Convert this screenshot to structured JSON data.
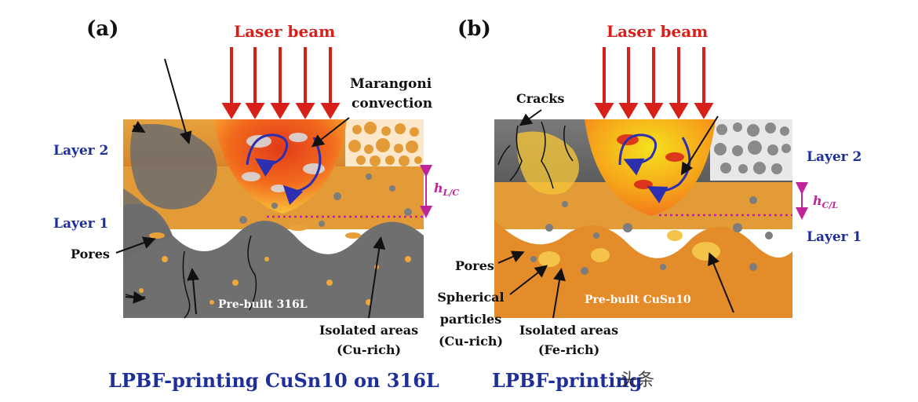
{
  "panel_a": {
    "label": "(a)",
    "laser_label": "Laser beam",
    "marangoni": [
      "Marangoni",
      "convection"
    ],
    "layer2": "Layer 2",
    "layer1": "Layer 1",
    "height_label": "h",
    "height_sub": "L/C",
    "pores": "Pores",
    "substrate": "Pre-built 316L",
    "isolated": [
      "Isolated areas",
      "(Cu-rich)"
    ],
    "caption": "LPBF-printing CuSn10 on 316L"
  },
  "panel_b": {
    "label": "(b)",
    "laser_label": "Laser beam",
    "cracks": "Cracks",
    "layer2": "Layer 2",
    "layer1": "Layer 1",
    "height_label": "h",
    "height_sub": "C/L",
    "pores": "Pores",
    "spherical": [
      "Spherical",
      "particles",
      "(Cu-rich)"
    ],
    "isolated": [
      "Isolated areas",
      "(Fe-rich)"
    ],
    "substrate": "Pre-built CuSn10",
    "caption": "LPBF-printing"
  },
  "watermark": "头条",
  "colors": {
    "laser_red": "#d8201b",
    "label_blue": "#1f2f9a",
    "orange": "#e8a13a",
    "grey": "#6d6d6d",
    "magenta": "#c0249a"
  }
}
